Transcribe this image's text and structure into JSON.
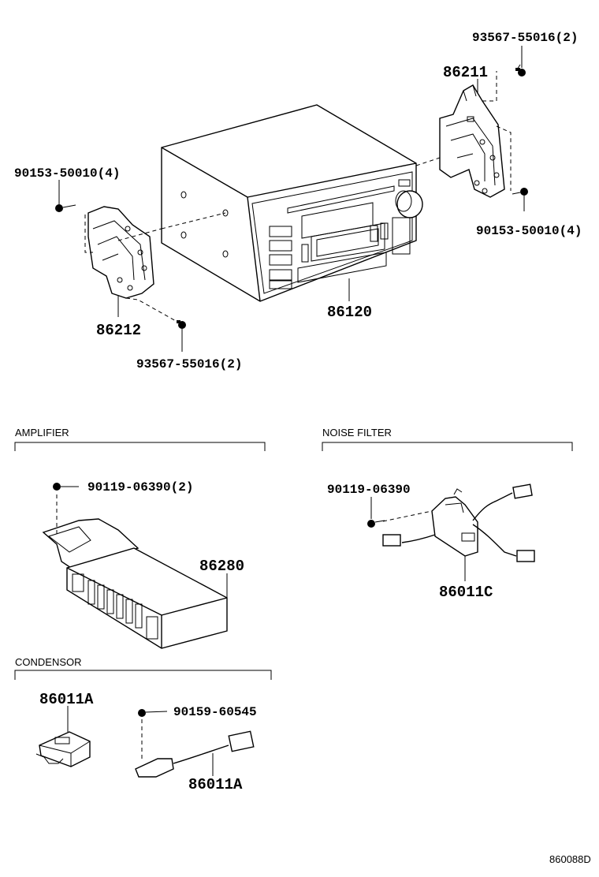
{
  "parts": {
    "radio": "86120",
    "bracket_right": "86211",
    "bracket_left": "86212",
    "screw_top_right": "93567-55016(2)",
    "screw_bottom_left": "93567-55016(2)",
    "bolt_left": "90153-50010(4)",
    "bolt_right": "90153-50010(4)",
    "amp_bolt": "90119-06390(2)",
    "amplifier": "86280",
    "nf_bolt": "90119-06390",
    "noise_filter": "86011C",
    "condensor_a": "86011A",
    "cond_bolt": "90159-60545",
    "condensor_b": "86011A"
  },
  "sections": {
    "amplifier": "AMPLIFIER",
    "noise_filter": "NOISE FILTER",
    "condensor": "CONDENSOR"
  },
  "reference": "860088D"
}
